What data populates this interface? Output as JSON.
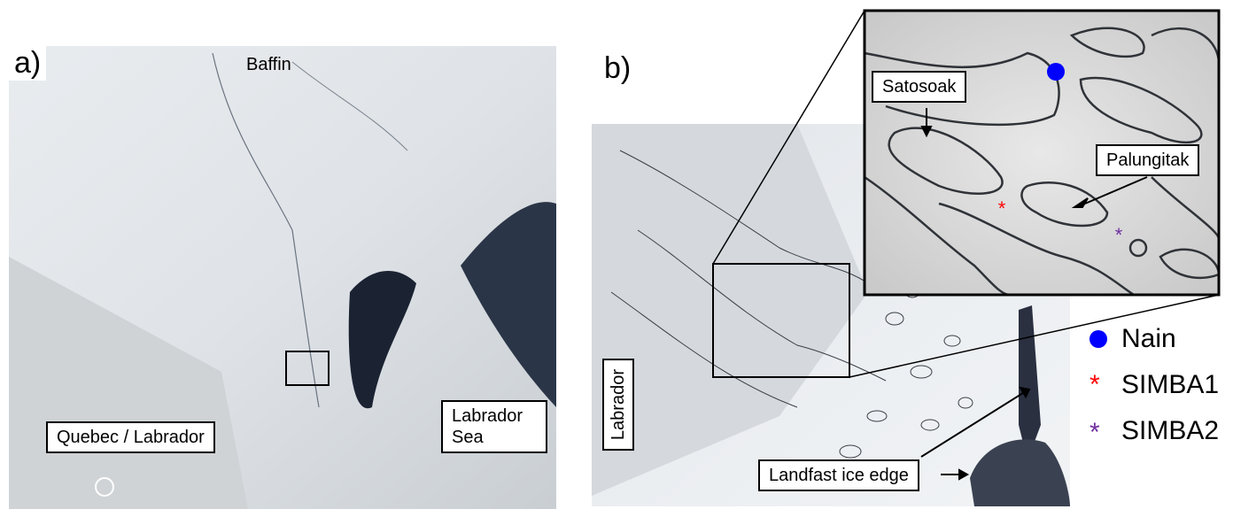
{
  "panel_a": {
    "label": "a)",
    "labels": {
      "baffin": "Baffin",
      "quebec": "Quebec / Labrador",
      "labrador_sea": "Labrador Sea"
    }
  },
  "panel_b": {
    "label": "b)",
    "labels": {
      "labrador": "Labrador",
      "landfast": "Landfast ice edge",
      "satosoak": "Satosoak",
      "palungitak": "Palungitak"
    }
  },
  "legend": [
    {
      "label": "Nain",
      "marker": "dot",
      "color": "#0000ff"
    },
    {
      "label": "SIMBA1",
      "marker": "asterisk",
      "color": "#ff0000"
    },
    {
      "label": "SIMBA2",
      "marker": "asterisk",
      "color": "#7030a0"
    }
  ]
}
